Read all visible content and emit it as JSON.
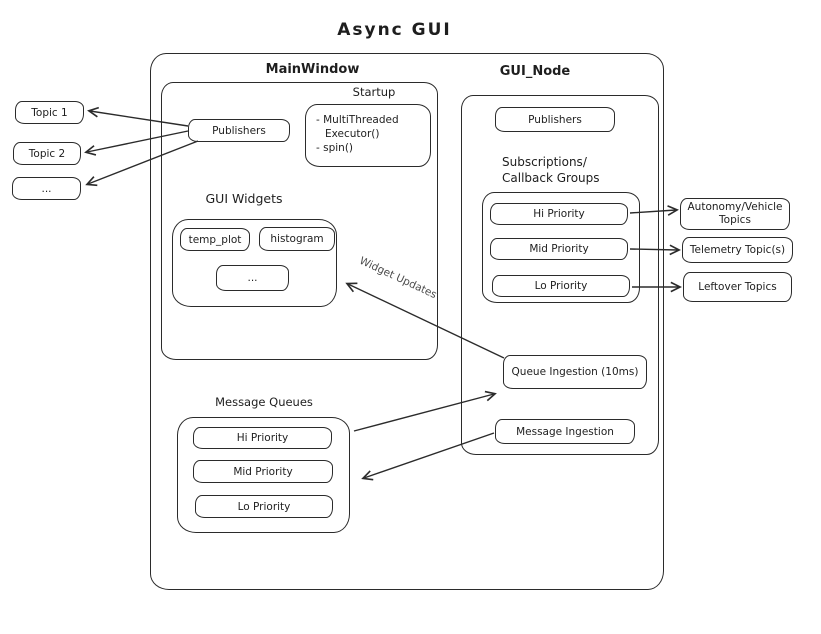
{
  "title": "Async GUI",
  "colors": {
    "stroke": "#1e1e1e",
    "background": "#ffffff",
    "edge_label": "#4d4d4d"
  },
  "left_topics": {
    "items": [
      "Topic 1",
      "Topic 2",
      "..."
    ]
  },
  "main_window": {
    "label": "MainWindow",
    "publishers": "Publishers",
    "startup": {
      "label": "Startup",
      "lines": [
        "- MultiThreaded",
        "Executor()",
        "- spin()"
      ]
    },
    "gui_widgets": {
      "label": "GUI Widgets",
      "items": [
        "temp_plot",
        "histogram",
        "..."
      ]
    },
    "message_queues": {
      "label": "Message Queues",
      "items": [
        "Hi Priority",
        "Mid Priority",
        "Lo Priority"
      ]
    }
  },
  "gui_node": {
    "label": "GUI_Node",
    "publishers": "Publishers",
    "subscriptions": {
      "label": [
        "Subscriptions/",
        "Callback Groups"
      ],
      "items": [
        "Hi Priority",
        "Mid Priority",
        "Lo Priority"
      ]
    },
    "queue_ingestion": "Queue Ingestion (10ms)",
    "message_ingestion": "Message Ingestion"
  },
  "right_topics": {
    "items": [
      "Autonomy/Vehicle Topics",
      "Telemetry Topic(s)",
      "Leftover Topics"
    ]
  },
  "edges": {
    "widget_updates_label": "Widget Updates"
  }
}
